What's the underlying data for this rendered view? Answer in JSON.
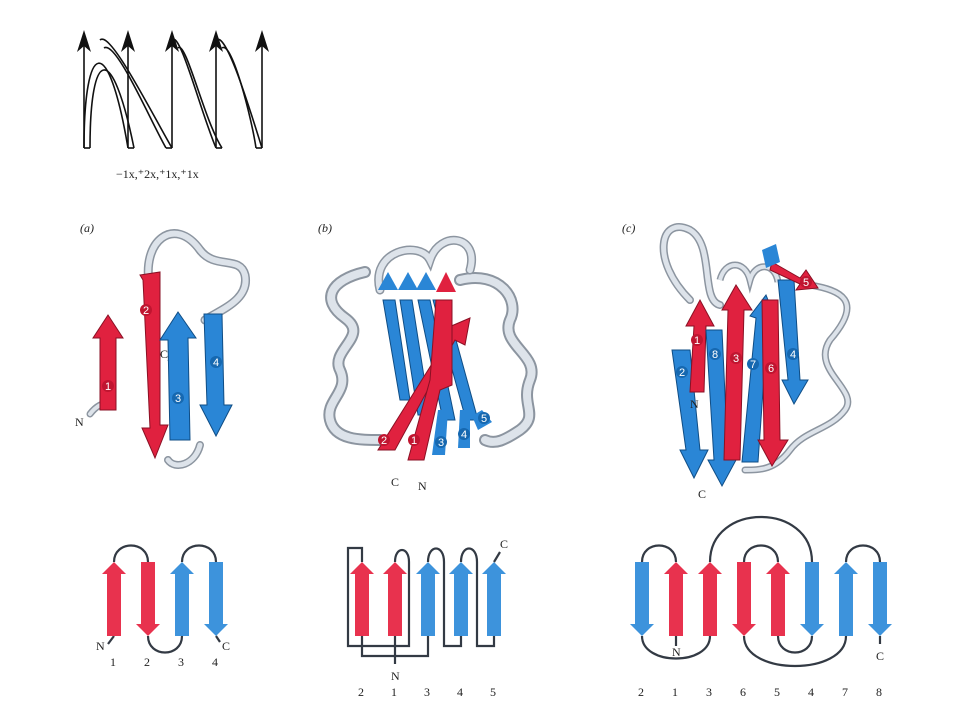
{
  "colors": {
    "red": "#e0213f",
    "blue": "#2a86d6",
    "red_light": "#e8324e",
    "blue_light": "#3d93dc",
    "coil": "#dde3ea",
    "coil_edge": "#8c95a0",
    "line": "#333a44"
  },
  "top_diagram": {
    "notation": "−1x,⁺2x,⁺1x,⁺1x"
  },
  "panels": [
    {
      "id": "a",
      "label": "(a)",
      "ribbon_labels": {
        "n": "N",
        "c": "C"
      },
      "strand_numbers": [
        "1",
        "2",
        "3",
        "4"
      ],
      "topology": {
        "strands": [
          {
            "num": "1",
            "color": "red",
            "dir": "up"
          },
          {
            "num": "2",
            "color": "red",
            "dir": "down"
          },
          {
            "num": "3",
            "color": "blue",
            "dir": "up"
          },
          {
            "num": "4",
            "color": "blue",
            "dir": "down"
          }
        ],
        "n_label": "N",
        "c_label": "C"
      }
    },
    {
      "id": "b",
      "label": "(b)",
      "ribbon_labels": {
        "n": "N",
        "c": "C"
      },
      "strand_numbers": [
        "2",
        "1",
        "3",
        "4",
        "5"
      ],
      "topology": {
        "strands": [
          {
            "num": "2",
            "color": "red",
            "dir": "up"
          },
          {
            "num": "1",
            "color": "red",
            "dir": "up"
          },
          {
            "num": "3",
            "color": "blue",
            "dir": "up"
          },
          {
            "num": "4",
            "color": "blue",
            "dir": "up"
          },
          {
            "num": "5",
            "color": "blue",
            "dir": "up"
          }
        ],
        "n_label": "N",
        "c_label": "C"
      }
    },
    {
      "id": "c",
      "label": "(c)",
      "ribbon_labels": {
        "n": "N",
        "c": "C"
      },
      "strand_numbers": [
        "1",
        "2",
        "3",
        "4",
        "5",
        "6",
        "7",
        "8"
      ],
      "topology": {
        "strands": [
          {
            "num": "2",
            "color": "blue",
            "dir": "down"
          },
          {
            "num": "1",
            "color": "red",
            "dir": "up"
          },
          {
            "num": "3",
            "color": "red",
            "dir": "up"
          },
          {
            "num": "6",
            "color": "red",
            "dir": "down"
          },
          {
            "num": "5",
            "color": "red",
            "dir": "up"
          },
          {
            "num": "4",
            "color": "blue",
            "dir": "down"
          },
          {
            "num": "7",
            "color": "blue",
            "dir": "up"
          },
          {
            "num": "8",
            "color": "blue",
            "dir": "down"
          }
        ],
        "n_label": "N",
        "c_label": "C"
      }
    }
  ]
}
